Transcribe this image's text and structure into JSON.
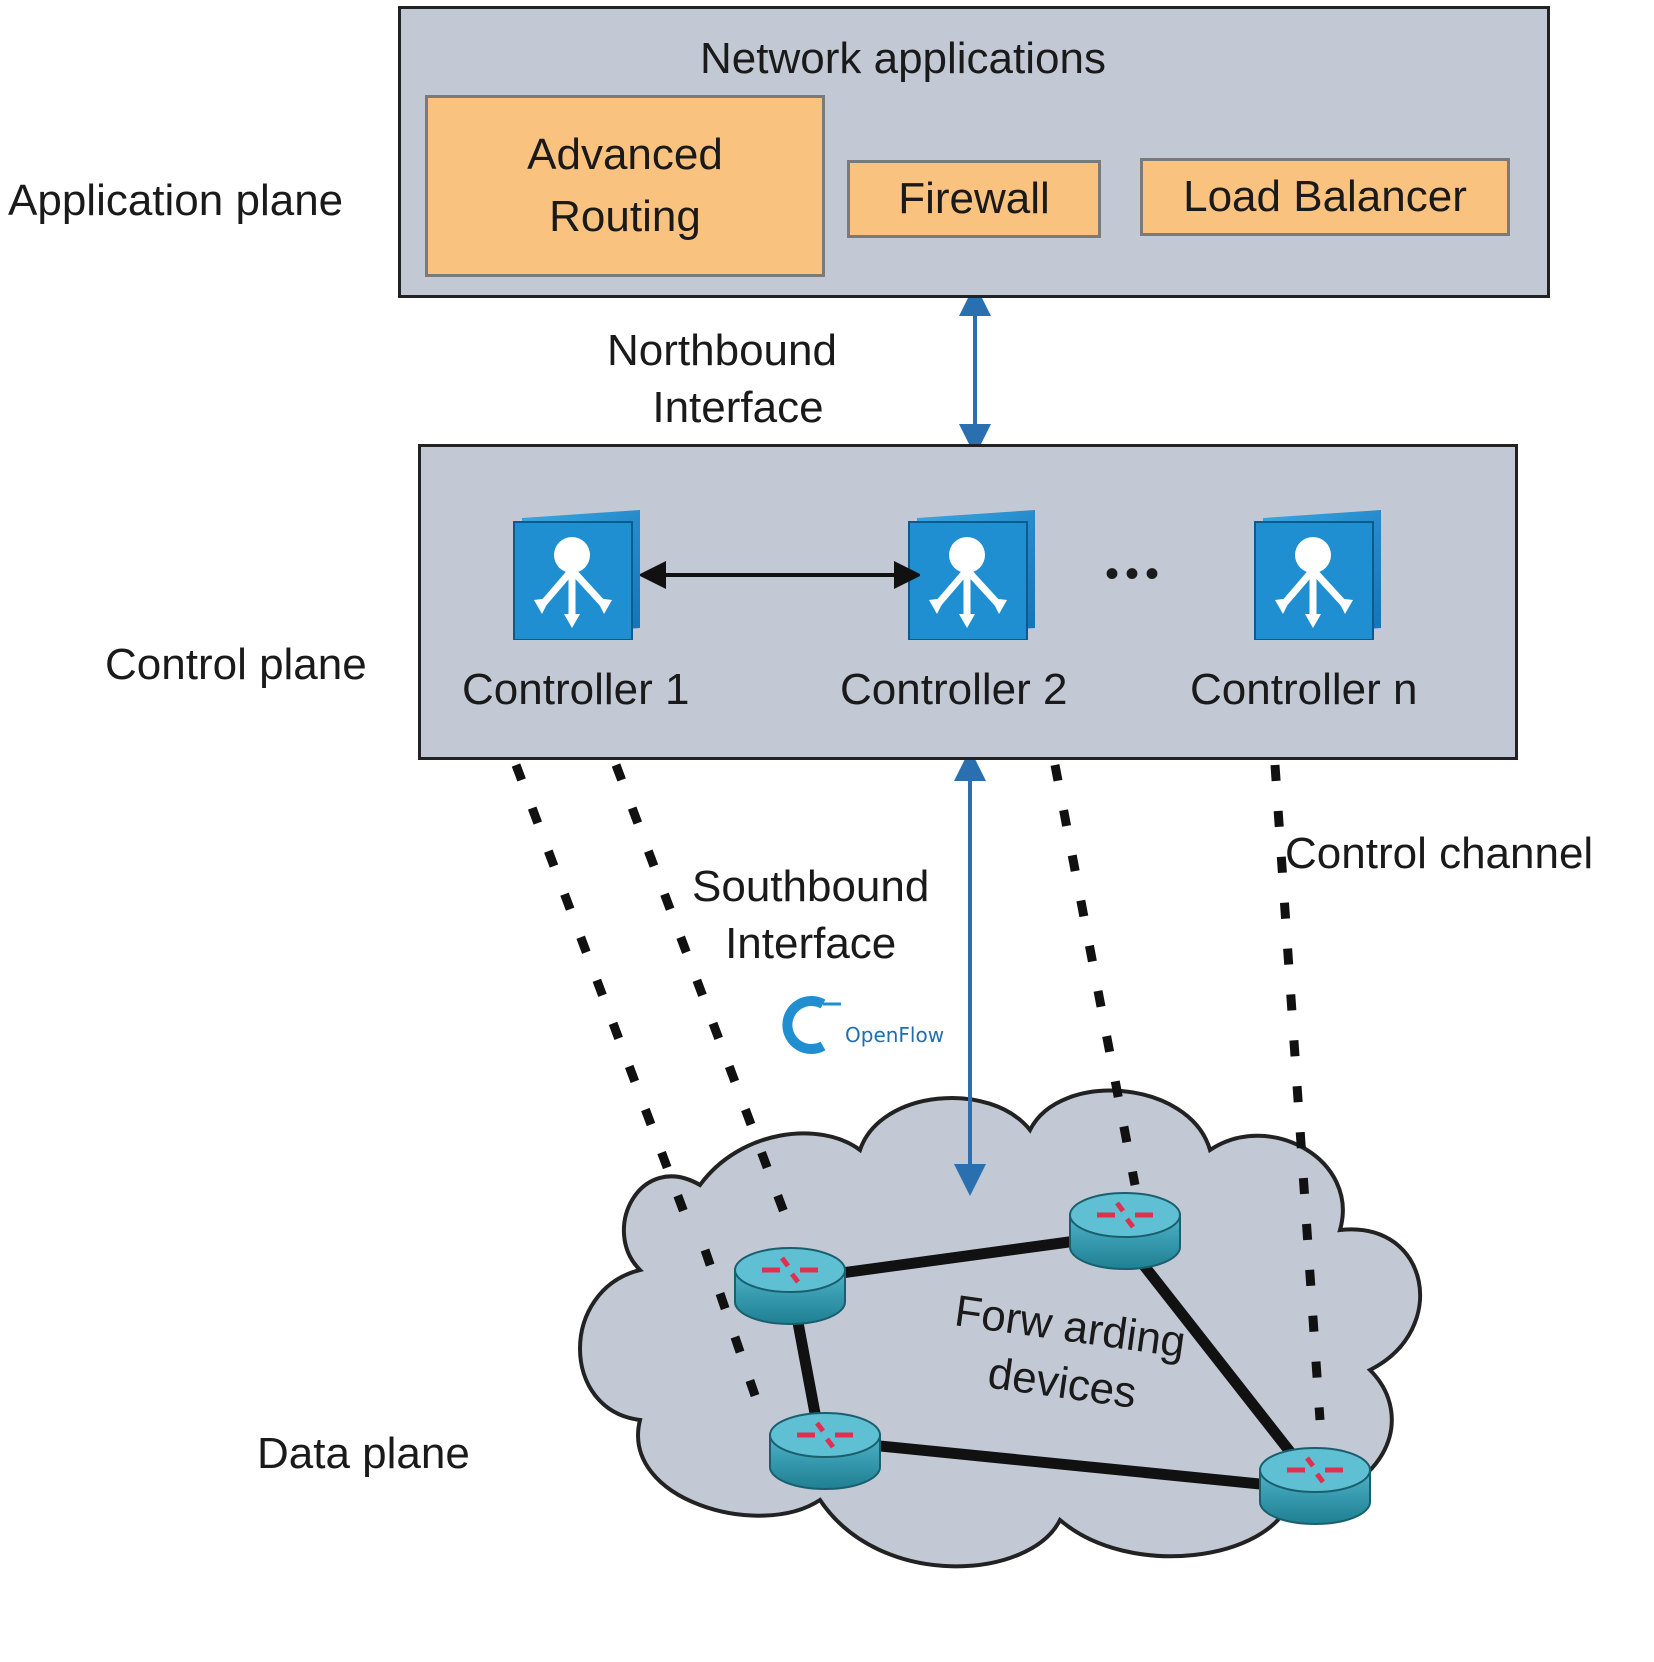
{
  "planes": {
    "application": "Application plane",
    "control": "Control plane",
    "data": "Data plane"
  },
  "application_box": {
    "title": "Network applications",
    "apps": [
      {
        "name": "Advanced\nRouting"
      },
      {
        "name": "Firewall"
      },
      {
        "name": "Load Balancer"
      }
    ]
  },
  "interfaces": {
    "northbound_line1": "Northbound",
    "northbound_line2": "Interface",
    "southbound_line1": "Southbound",
    "southbound_line2": "Interface",
    "control_channel": "Control channel"
  },
  "controllers": [
    {
      "label": "Controller 1"
    },
    {
      "label": "Controller 2"
    },
    {
      "label": "Controller n"
    }
  ],
  "ellipsis": "•••",
  "data_plane": {
    "cloud_label_line1": "Forw arding",
    "cloud_label_line2": "devices"
  },
  "logo_text": "OpenFlow",
  "colors": {
    "plane_fill": "#c3c9d4",
    "app_fill": "#f9c27f",
    "controller_blue": "#1f8fd1",
    "interface_arrow": "#2a6fb0",
    "router_teal": "#2f9bb0",
    "cloud_fill": "#c3c9d4"
  }
}
